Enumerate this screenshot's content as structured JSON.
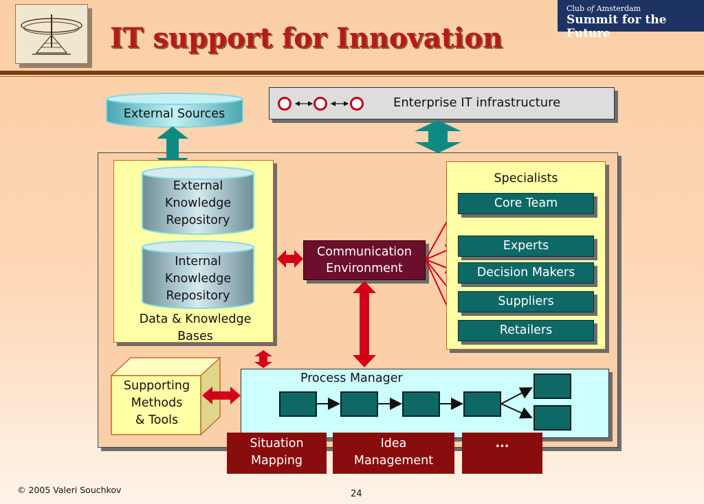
{
  "header": {
    "title": "IT support for Innovation",
    "brand_top_prefix": "Club ",
    "brand_top_of": "of",
    "brand_top_suffix": " Amsterdam",
    "brand_bottom": "Summit for the Future"
  },
  "diagram": {
    "external_sources": "External Sources",
    "enterprise_infra": "Enterprise IT infrastructure",
    "external_repo": [
      "External",
      "Knowledge",
      "Repository"
    ],
    "internal_repo": [
      "Internal",
      "Knowledge",
      "Repository"
    ],
    "data_bases_label": [
      "Data & Knowledge",
      "Bases"
    ],
    "communication": [
      "Communication",
      "Environment"
    ],
    "specialists": {
      "title": "Specialists",
      "items": [
        "Core Team",
        "Experts",
        "Decision Makers",
        "Suppliers",
        "Retailers"
      ]
    },
    "supporting": [
      "Supporting",
      "Methods",
      "& Tools"
    ],
    "process_manager": "Process Manager",
    "modules": {
      "situation": [
        "Situation",
        "Mapping"
      ],
      "idea": [
        "Idea",
        "Management"
      ],
      "more": "..."
    },
    "colors": {
      "teal": "#0e6866",
      "arrow_red": "#d3001a",
      "comm_bg": "#6b0f2c",
      "module_bg": "#8a0d0d",
      "panel_yellow": "#ffffa6",
      "process_bg": "#cdffff"
    }
  },
  "footer": {
    "copyright": "© 2005 Valeri Souchkov",
    "page": "24"
  }
}
